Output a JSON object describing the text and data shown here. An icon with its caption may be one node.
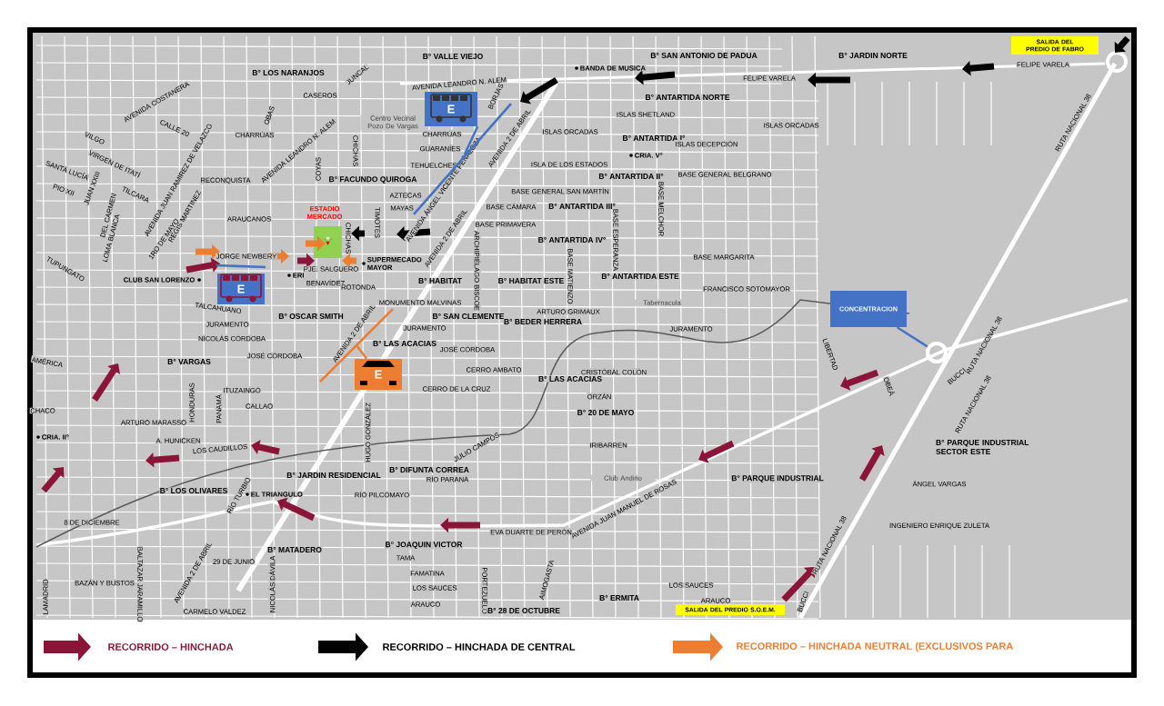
{
  "diagram": {
    "nodes": [
      {
        "text": [
          "SALIDA DEL PREDIO DE FABRO"
        ]
      },
      {
        "text": [
          "E"
        ]
      },
      {
        "text": [
          "E"
        ]
      },
      {
        "text": [
          "CONCENTRACION"
        ]
      },
      {
        "text": [
          "E"
        ]
      },
      {
        "text": [
          "SALIDA DEL PREDIO S.O.E.M."
        ]
      },
      {
        "text": [],
        "shape": "bar"
      },
      {
        "text": [],
        "shape": "bar"
      },
      {
        "text": [],
        "shape": "bar"
      },
      {
        "text": [],
        "shape": "circle"
      }
    ],
    "edges": [
      {
        "from": 1,
        "to": 6,
        "arrow": "none"
      },
      {
        "from": 3,
        "to": 9,
        "arrow": "none"
      },
      {
        "from": 4,
        "to": 8,
        "arrow": "none",
        "color": "#ed7d31"
      }
    ],
    "labels": [
      "B° VALLE VIEJO",
      "B° SAN ANTONIO DE PADUA",
      "B° JARDIN NORTE",
      "BANDA DE MUSICA",
      "FELIPE VARELA",
      "B° LOS NARANJOS",
      "JUNCAL",
      "FELIPE VARELA",
      "AVENIDA LEANDRO N. ALEM",
      "BORJAS",
      "CASEROS",
      "B° ANTARTIDA NORTE",
      "AVENIDA COSTANERA",
      "OBAS",
      "ISLAS SHETLAND",
      "Centro Vecinal Pozo De Vargas",
      "ISLAS ORCADAS",
      "CALLE 20",
      "AVENIDA 2 DE ABRIL",
      "ISLAS ORCADAS",
      "CHARRÚAS",
      "CHARRÚAS",
      "VILGO",
      "B° ANTARTIDA I°",
      "AVENIDA LEANDRO N. ALEM",
      "CHICHAS",
      "ISLAS DECEPCIÓN",
      "GUARANÍES",
      "CRIA. V°",
      "VIRGEN DE ITATÍ",
      "COYAS",
      "TEHUELCHES",
      "ISLA DE LOS ESTADOS",
      "SANTA LUCÍA",
      "B° ANTARTIDA II°",
      "BASE GENERAL BELGRANO",
      "RECONQUISTA",
      "B° FACUNDO QUIROGA",
      "AVENIDA JUAN RAMIREZ DE VELAZCO",
      "JUAN XXIII",
      "PIO XII",
      "AVENIDA ÁNGEL VICENTE PEÑALOZA",
      "BASE GENERAL SAN MARTÍN",
      "TILCARA",
      "BASE MELCHOR",
      "AZTECAS",
      "MAYAS",
      "BASE CÁMARA",
      "B° ANTARTIDA III°",
      "DEL CARMEN",
      "ESTADIO MERCADO",
      "REGIS MARTINEZ",
      "ARAUCANOS",
      "TIMOTES",
      "BASE PRIMAVERA",
      "AVENIDA 2 DE ABRIL",
      "CHICHAS",
      "LOMA BLANCA",
      "1RO DE MAYO",
      "B° ANTARTIDA IV°",
      "BASE ESPERANZA",
      "JORGE NEWBERY",
      "BASE MARGARITA",
      "SUPERMECADO MAYOR",
      "BASE MATIENZO",
      "ARCHIPIÉLAGO BISCOE",
      "PJE. SALGUERO",
      "TUPUNGATO",
      "ERI",
      "B° ANTARTIDA ESTE",
      "CLUB SAN LORENZO",
      "BENAVÍDEZ",
      "B° HABITAT",
      "B° HABITAT ESTE",
      "ROTONDA",
      "FRANCISCO SOTOMAYOR",
      "MONUMENTO MALVINAS",
      "Tabernacula",
      "TALCAHUANO",
      "ARTURO GRIMAUX",
      "B° OSCAR SMITH",
      "B° SAN CLEMENTE",
      "B° BEDER HERRERA",
      "JURAMENTO",
      "JURAMENTO",
      "JURAMENTO",
      "AVENIDA 2 DE ABRIL",
      "NICOLÁS CÓRDOBA",
      "B° LAS ACACIAS",
      "JOSÉ CÓRDOBA",
      "JOSÉ CÓRDOBA",
      "AMÉRICA",
      "B° VARGAS",
      "CERRO AMBATO",
      "CRISTÓBAL COLÓN",
      "ITUZAINGÓ",
      "CERRO DE LA CRUZ",
      "B° LAS ACACIAS",
      "ORZÁN",
      "HONDURAS",
      "PANAMÁ",
      "CALLAO",
      "CHACO",
      "B° 20 DE MAYO",
      "ARTURO MARASSO",
      "CRIA. II°",
      "A. HUNICKEN",
      "B° PARQUE INDUSTRIAL SECTOR ESTE",
      "IRIBARREN",
      "HUGO GONZÁLEZ",
      "LOS CAUDILLOS",
      "JULIO CAMPOS",
      "B° DIFUNTA CORREA",
      "B° JARDIN RESIDENCIAL",
      "RÍO PARANÁ",
      "Club Andino",
      "B° PARQUE INDUSTRIAL",
      "ÁNGEL VARGAS",
      "B° LOS OLIVARES",
      "EL TRIANGULO",
      "RÍO PILCOMAYO",
      "RÍO TURBIO",
      "AVENIDA JUAN MANUEL DE ROSAS",
      "8 DE DICIEMBRE",
      "INGENIERO ENRIQUE ZULETA",
      "EVA DUARTE DE PERÓN",
      "B° JOAQUIN VICTOR",
      "B° MATADERO",
      "RUTA NACIONAL 38",
      "TAMA",
      "29 DE JUNIO",
      "AVENIDA 2 DE ABRIL",
      "FAMATINA",
      "LAMADRID",
      "BAZÁN Y BUSTOS",
      "BALTAZAR JARAMILLO",
      "NICOLÁS DÁVILA",
      "LOS SAUCES",
      "PORTEZUELO",
      "AIMOGASTA",
      "LOS SAUCES",
      "CARMELO VALDEZ",
      "ARAUCO",
      "B° 28 DE OCTUBRE",
      "B° ERMITA",
      "ARAUCO",
      "BUCCI",
      "RUTA NACIONAL 38",
      "RUTA NACIONAL 38",
      "RUTA NACIONAL 38",
      "LIBERTAD",
      "BUCCI",
      "OBEÁ"
    ],
    "legend": [
      {
        "text": "RECORRIDO – HINCHADA"
      },
      {
        "text": "RECORRIDO – HINCHADA DE CENTRAL"
      },
      {
        "text": "RECORRIDO – HINCHADA NEUTRAL (EXCLUSIVOS PARA"
      }
    ]
  }
}
